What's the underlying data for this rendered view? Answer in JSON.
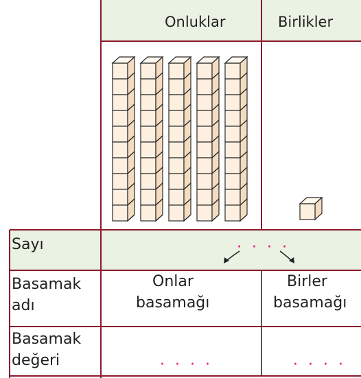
{
  "headers": {
    "tens": "Onluklar",
    "ones": "Birlikler"
  },
  "model": {
    "tens_rods": 5,
    "cubes_per_rod": 10,
    "unit_cubes": 1
  },
  "rows": {
    "number_label": "Sayı",
    "place_name_label": [
      "Basamak",
      "adı"
    ],
    "place_value_label": [
      "Basamak",
      "değeri"
    ]
  },
  "place_names": {
    "tens": [
      "Onlar",
      "basamağı"
    ],
    "ones": [
      "Birler",
      "basamağı"
    ]
  },
  "blanks": {
    "number": "· · · ·",
    "tens_value": "· · · ·",
    "ones_value": "· · · ·"
  },
  "colors": {
    "header_fill": "#e9f2e3",
    "border": "#8b1a2b",
    "cube_face": "#fdf0e0",
    "cube_edge": "#2a2a2a",
    "blank_dots": "#e6007e"
  }
}
